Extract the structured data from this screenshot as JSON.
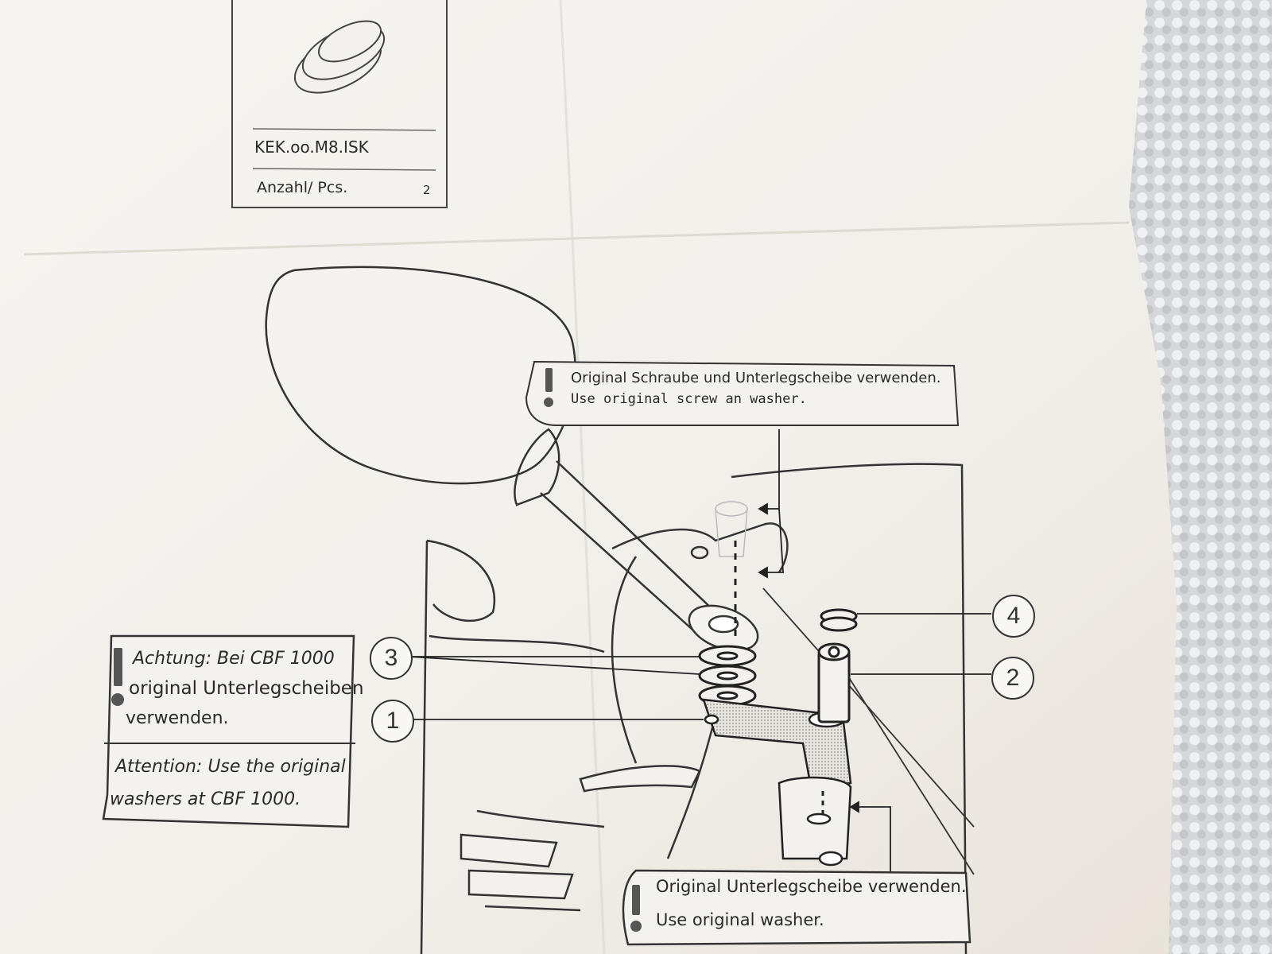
{
  "part_box": {
    "part_code": "KEK.oo.M8.ISK",
    "qty_label": "Anzahl/ Pcs.",
    "qty_value": "2"
  },
  "notes": {
    "top": {
      "de": "Original Schraube und Unterlegscheibe verwenden.",
      "en": "Use original screw an washer."
    },
    "left": {
      "de_line1": "Achtung: Bei CBF 1000",
      "de_line2": "original Unterlegscheiben",
      "de_line3": "verwenden.",
      "en_line1": "Attention: Use the original",
      "en_line2": "washers at CBF 1000."
    },
    "bottom": {
      "de": "Original Unterlegscheibe verwenden.",
      "en": "Use original washer."
    }
  },
  "callouts": [
    "1",
    "2",
    "3",
    "4"
  ],
  "colors": {
    "paper": "#f4f2ee",
    "ink": "#333333"
  }
}
